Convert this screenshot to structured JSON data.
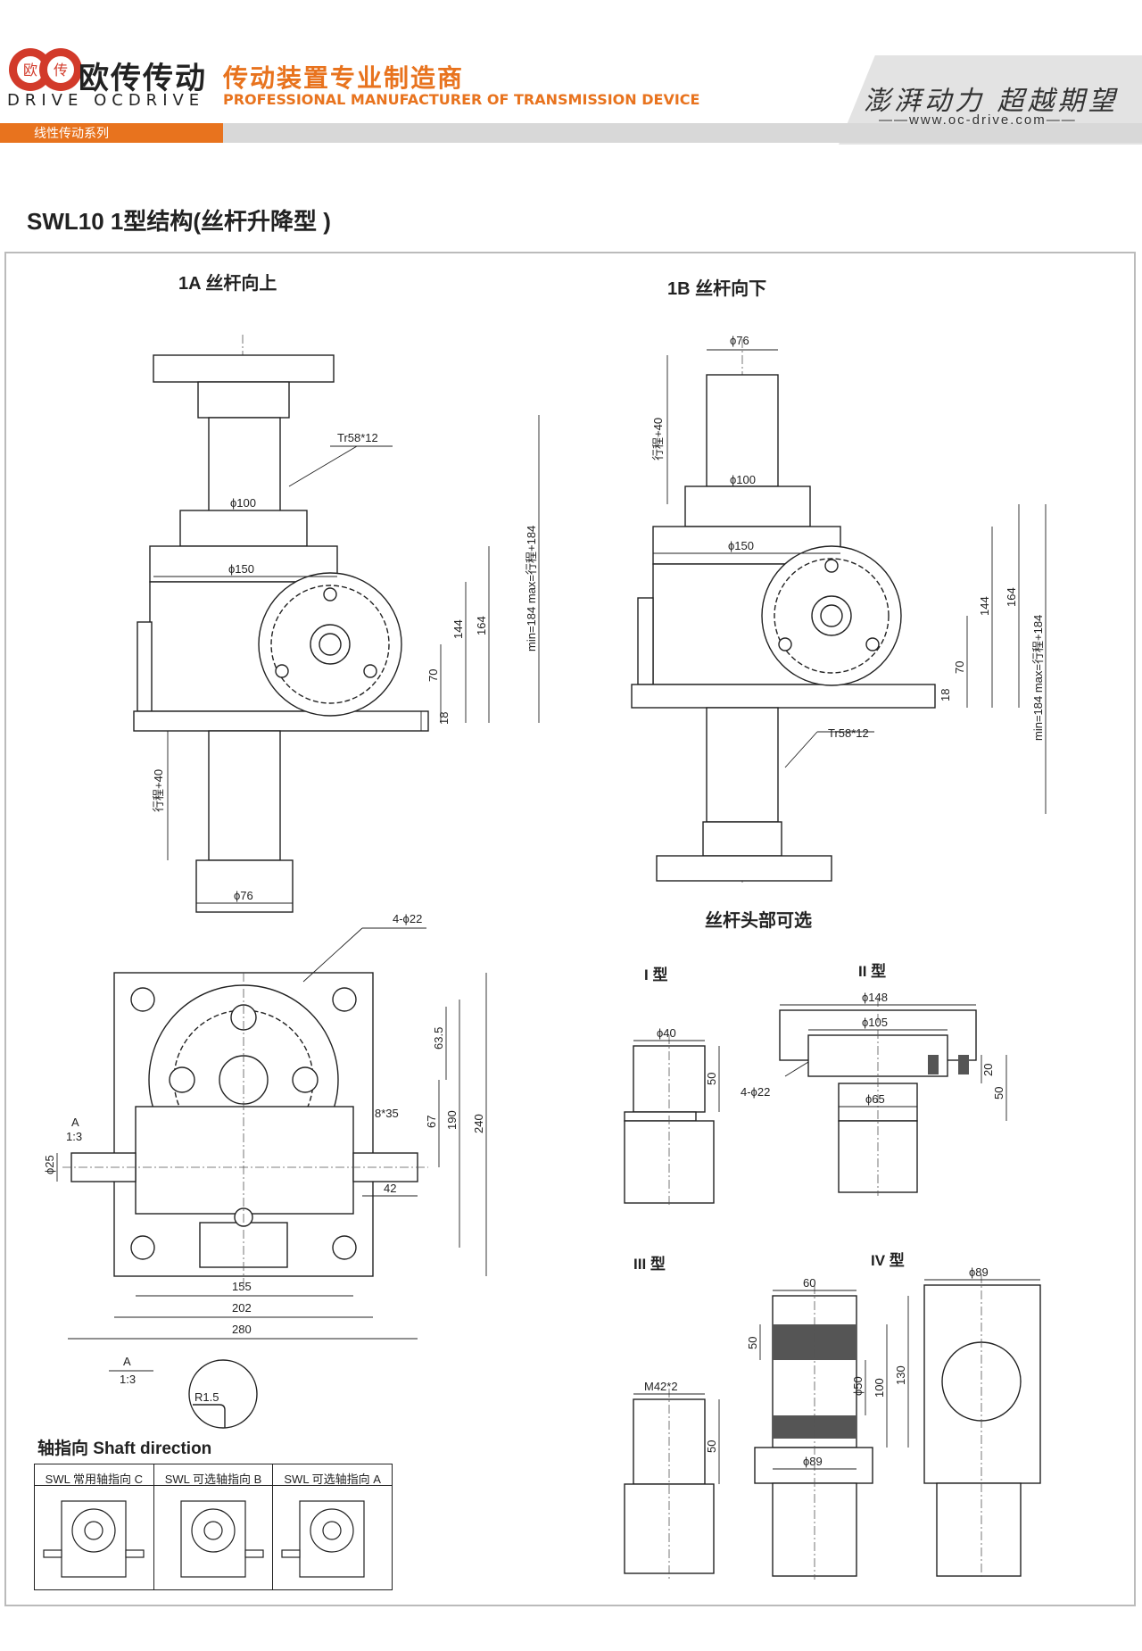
{
  "header": {
    "brand_cn": "欧传传动",
    "brand_en": "DRIVE OCDRIVE",
    "logo_left_char": "欧",
    "logo_right_char": "传",
    "slogan_cn": "传动装置专业制造商",
    "slogan_en": "PROFESSIONAL MANUFACTURER OF TRANSMISSION DEVICE",
    "motto": "澎湃动力 超越期望",
    "website": "——www.oc-drive.com——",
    "series_tab": "线性传动系列",
    "accent_color": "#e8731e"
  },
  "page_title": "SWL10 1型结构(丝杆升降型 )",
  "drawings": {
    "view_1a_title": "1A 丝杆向上",
    "view_1b_title": "1B 丝杆向下",
    "head_options_title": "丝杆头部可选",
    "type_i": "I 型",
    "type_ii": "II 型",
    "type_iii": "III 型",
    "type_iv": "IV 型",
    "labels": {
      "tr": "Tr58*12",
      "d100": "ϕ100",
      "d150": "ϕ150",
      "d76": "ϕ76",
      "stroke40": "行程+40",
      "minmax": "min=184 max=行程+184",
      "h144": "144",
      "h164": "164",
      "h70": "70",
      "h18": "18",
      "holes": "4-ϕ22",
      "h63_5": "63.5",
      "h67": "67",
      "h190": "190",
      "h240": "240",
      "key": "8*35",
      "w42": "42",
      "d25": "ϕ25",
      "w155": "155",
      "w202": "202",
      "w280": "280",
      "a_ratio": "A",
      "ratio": "1:3",
      "r15": "R1.5",
      "d40": "ϕ40",
      "h50": "50",
      "d148": "ϕ148",
      "d105": "ϕ105",
      "d65": "ϕ65",
      "h20": "20",
      "m42": "M42*2",
      "w60": "60",
      "d50": "ϕ50",
      "h100": "100",
      "h130": "130",
      "d89": "ϕ89"
    }
  },
  "shaft_direction": {
    "title": "轴指向 Shaft direction",
    "cells": [
      "SWL 常用轴指向 C",
      "SWL 可选轴指向 B",
      "SWL 可选轴指向 A"
    ]
  }
}
